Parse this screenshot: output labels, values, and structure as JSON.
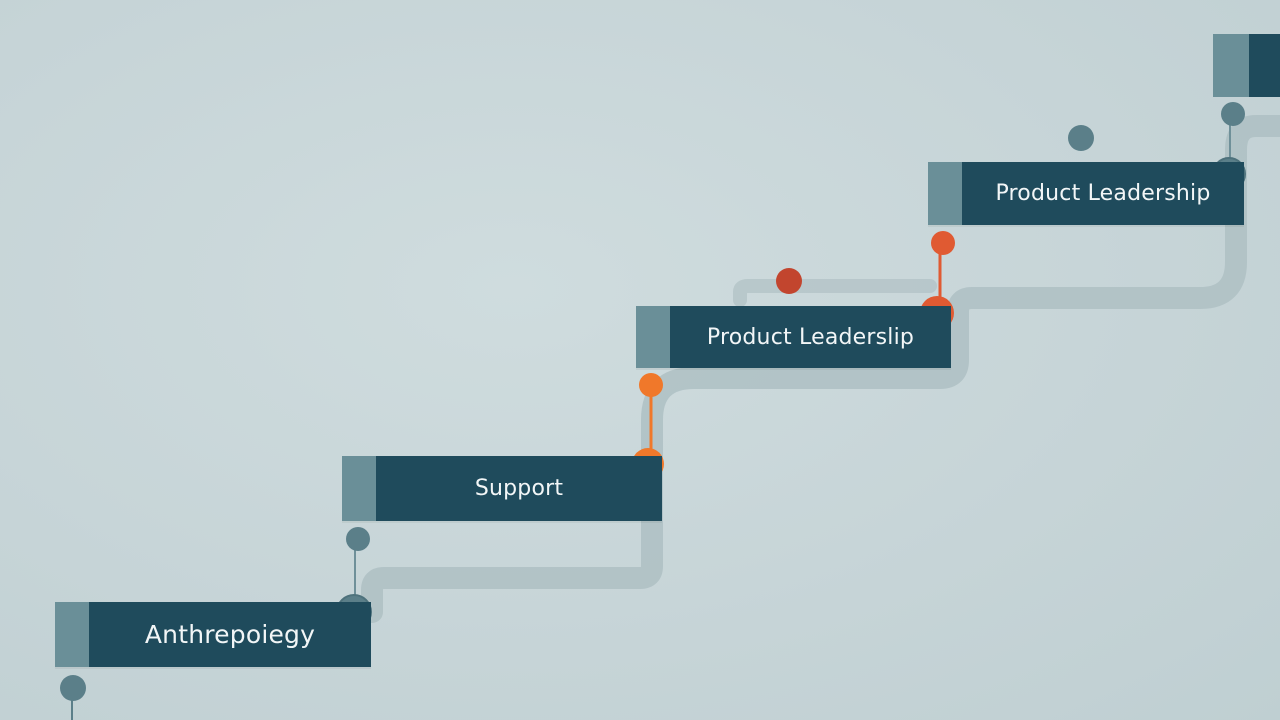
{
  "steps": [
    {
      "label": "Anthrepoiegy",
      "accent": "#5b7f89"
    },
    {
      "label": "Support",
      "accent": "#5b7f89"
    },
    {
      "label": "Product Leaderslip",
      "accent": "#e8692c"
    },
    {
      "label": "Product Leadership",
      "accent": "#e05a32"
    }
  ],
  "colors": {
    "background": "#c8d6d9",
    "block": "#1f4b5c",
    "block_tab": "#6a8f98",
    "connector_track": "#a9bcc0",
    "node_teal": "#5b7f89",
    "node_orange": "#f0782a",
    "node_red": "#c2452e"
  }
}
